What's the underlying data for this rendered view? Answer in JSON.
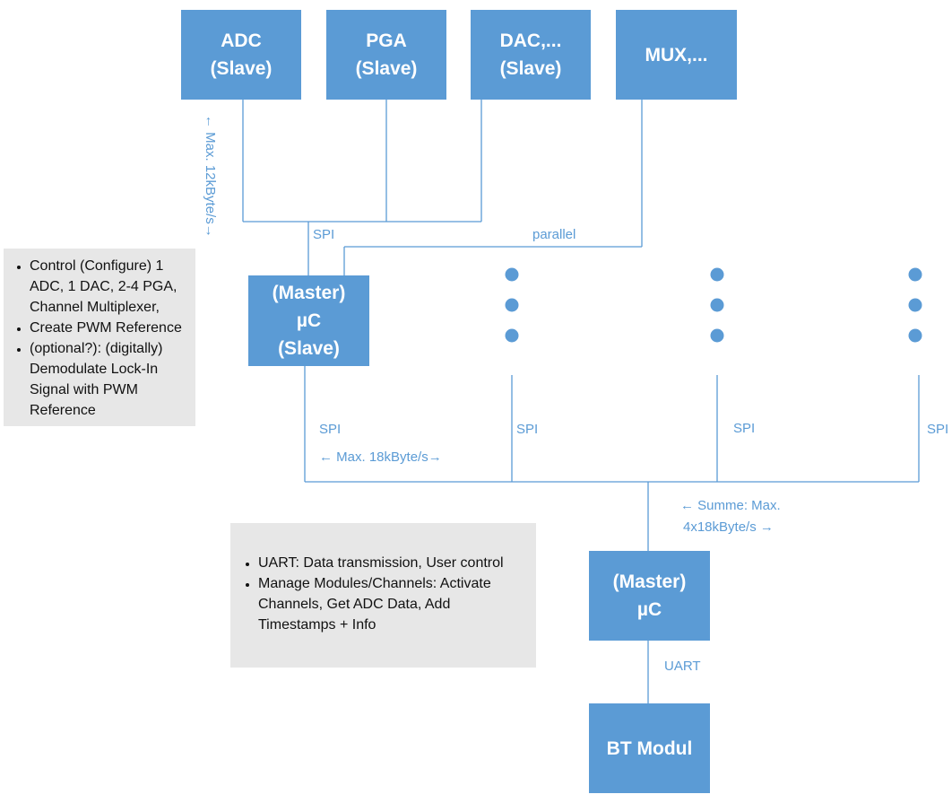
{
  "boxes": {
    "adc": [
      "ADC",
      "(Slave)"
    ],
    "pga": [
      "PGA",
      "(Slave)"
    ],
    "dac": [
      "DAC,...",
      "(Slave)"
    ],
    "mux": [
      "MUX,..."
    ],
    "module_uc": [
      "(Master)",
      "µC",
      "(Slave)"
    ],
    "main_uc": [
      "(Master)",
      "µC"
    ],
    "bt": [
      "BT Modul"
    ]
  },
  "labels": {
    "spi_top": "SPI",
    "parallel": "parallel",
    "rate_vertical": "← Max. 12kByte/s→",
    "spi_bus_1": "SPI",
    "spi_bus_2": "SPI",
    "spi_bus_3": "SPI",
    "spi_bus_4": "SPI",
    "rate_18": "← Max. 18kByte/s→",
    "sum_line1": "← Summe: Max.",
    "sum_line2": "4x18kByte/s →",
    "uart": "UART"
  },
  "notes": {
    "module": [
      "Control (Configure) 1 ADC, 1 DAC, 2-4 PGA, Channel Multiplexer,",
      "Create PWM Reference",
      "(optional?): (digitally) Demodulate  Lock-In Signal with PWM Reference"
    ],
    "main": [
      "UART: Data transmission, User control",
      "Manage Modules/Channels: Activate Channels, Get ADC Data, Add Timestamps + Info"
    ]
  },
  "colors": {
    "accent": "#5b9bd5",
    "note_bg": "#e7e7e7"
  }
}
